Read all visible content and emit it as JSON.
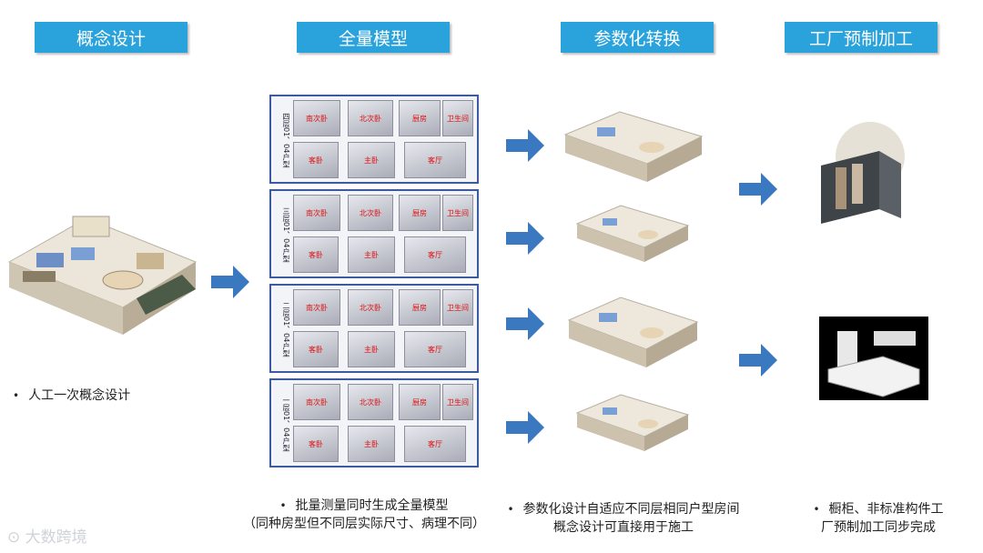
{
  "headers": {
    "concept": "概念设计",
    "full_model": "全量模型",
    "param": "参数化转换",
    "factory": "工厂预制加工"
  },
  "floors": [
    {
      "label": "四层01、04户型",
      "rooms": [
        "南次卧",
        "北次卧",
        "厨房",
        "卫生间",
        "客卧",
        "主卧",
        "客厅"
      ]
    },
    {
      "label": "三层01、04户型",
      "rooms": [
        "南次卧",
        "北次卧",
        "厨房",
        "卫生间",
        "客卧",
        "主卧",
        "客厅"
      ]
    },
    {
      "label": "二层01、04户型",
      "rooms": [
        "南次卧",
        "北次卧",
        "厨房",
        "卫生间",
        "客卧",
        "主卧",
        "客厅"
      ]
    },
    {
      "label": "一层01、04户型",
      "rooms": [
        "南次卧",
        "北次卧",
        "厨房",
        "卫生间",
        "客卧",
        "主卧",
        "客厅"
      ]
    }
  ],
  "captions": {
    "concept": "人工一次概念设计",
    "full_model_1": "批量测量同时生成全量模型",
    "full_model_2": "（同种房型但不同层实际尺寸、病理不同）",
    "param_1": "参数化设计自适应不同层相同户型房间",
    "param_2": "概念设计可直接用于施工",
    "factory_1": "橱柜、非标准构件工",
    "factory_2": "厂预制加工同步完成"
  },
  "bullet": "•",
  "watermark": "大数跨境",
  "colors": {
    "header": "#2aa2dc",
    "arrow": "#3a78c0",
    "frame": "#3b5aa0",
    "room_text": "#dd1111"
  }
}
